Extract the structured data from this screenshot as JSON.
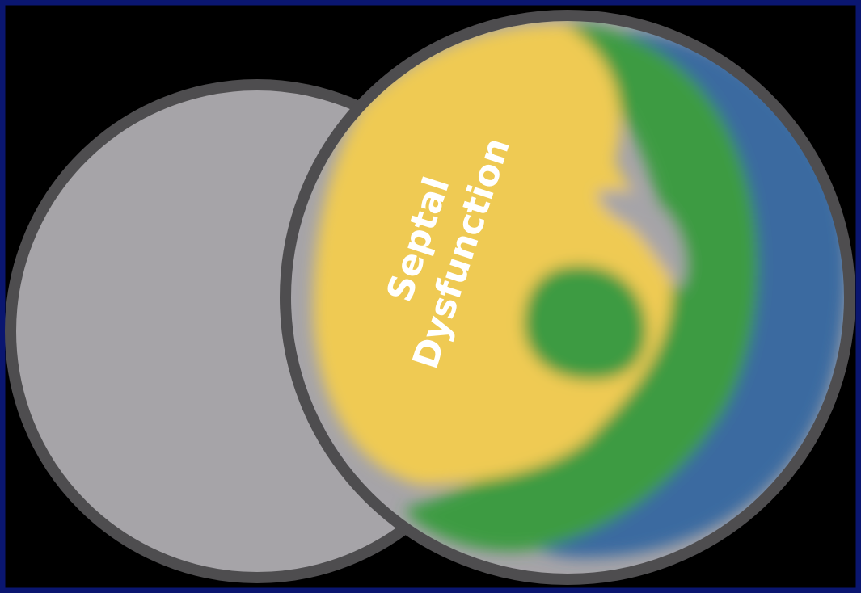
{
  "colors": {
    "background": "#000000",
    "frame_border": "#0a1670",
    "disc_fill": "#a6a4a8",
    "disc_outline": "#4e4d4f",
    "region_yellow": "#efca53",
    "region_green": "#3d9b43",
    "region_blue": "#3b6aa0",
    "label_text": "#ffffff"
  },
  "diagram": {
    "left_disc_name": "left-ventricle-disc",
    "right_disc_name": "polar-map-disc",
    "label": {
      "line1": "Septal",
      "line2": "Dysfunction"
    }
  }
}
